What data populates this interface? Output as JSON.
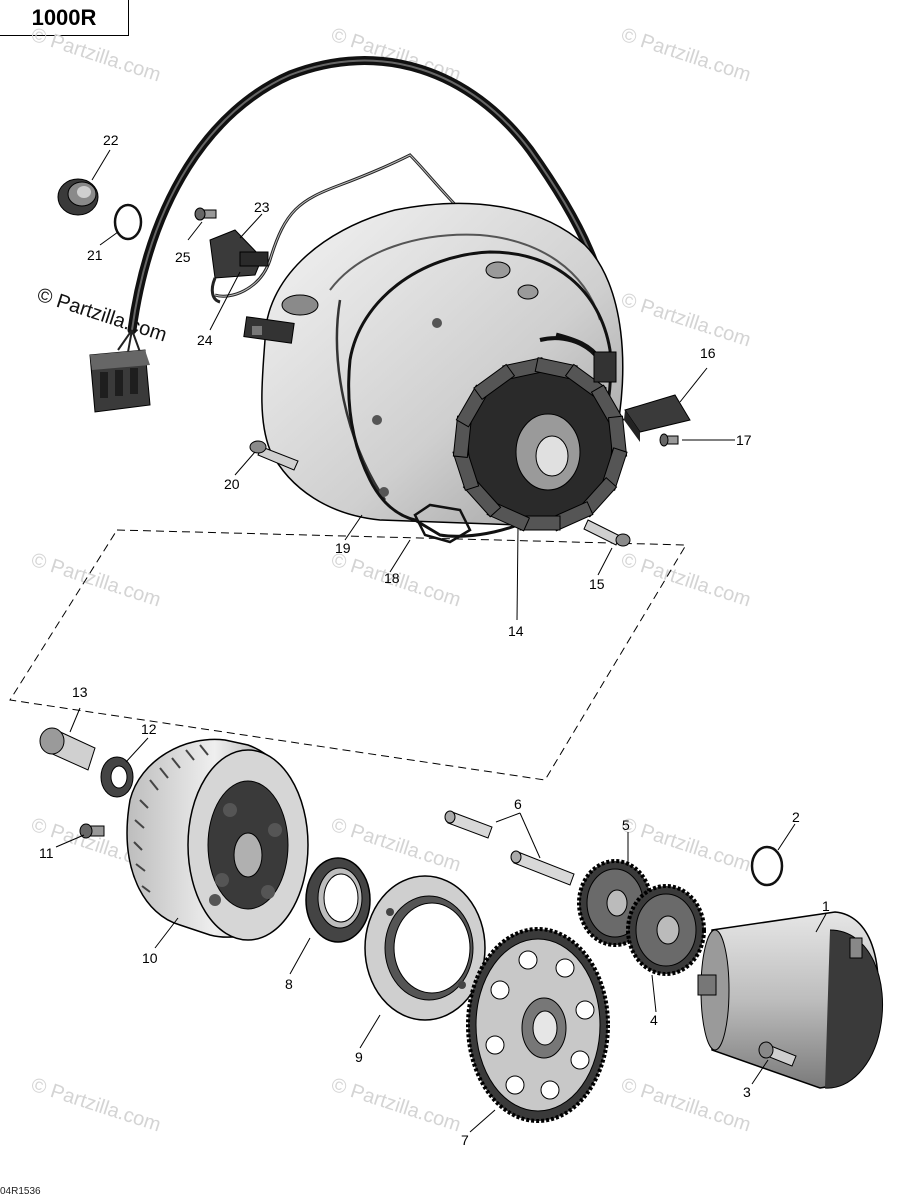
{
  "model_label": "1000R",
  "figure_id": "04R1536",
  "watermark": "© Partzilla.com",
  "callouts": [
    "1",
    "2",
    "3",
    "4",
    "5",
    "6",
    "7",
    "8",
    "9",
    "10",
    "11",
    "12",
    "13",
    "14",
    "15",
    "16",
    "17",
    "18",
    "19",
    "20",
    "21",
    "22",
    "23",
    "24",
    "25"
  ],
  "colors": {
    "line": "#000000",
    "part_fill": "#d9d9d9",
    "part_dark": "#3a3a3a",
    "watermark": "#d4d4d4"
  }
}
